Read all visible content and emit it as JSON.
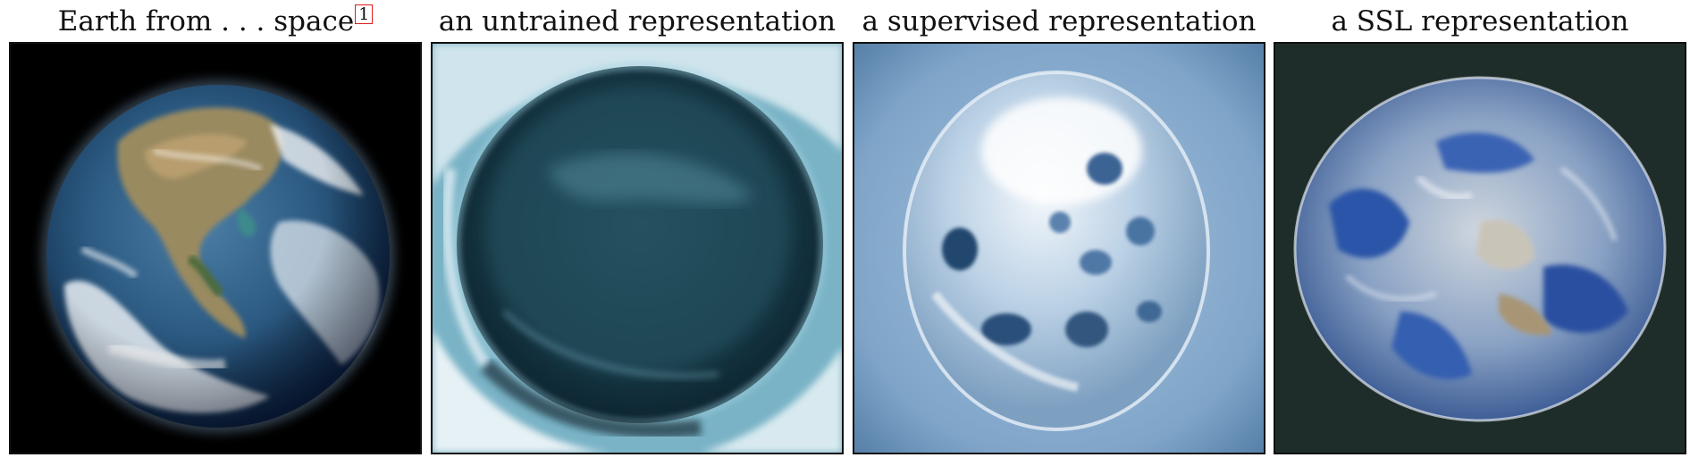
{
  "figure": {
    "panels": [
      {
        "caption": "Earth from . . . space",
        "footnote": "1"
      },
      {
        "caption": "an untrained representation"
      },
      {
        "caption": "a supervised representation"
      },
      {
        "caption": "a SSL representation"
      }
    ]
  }
}
